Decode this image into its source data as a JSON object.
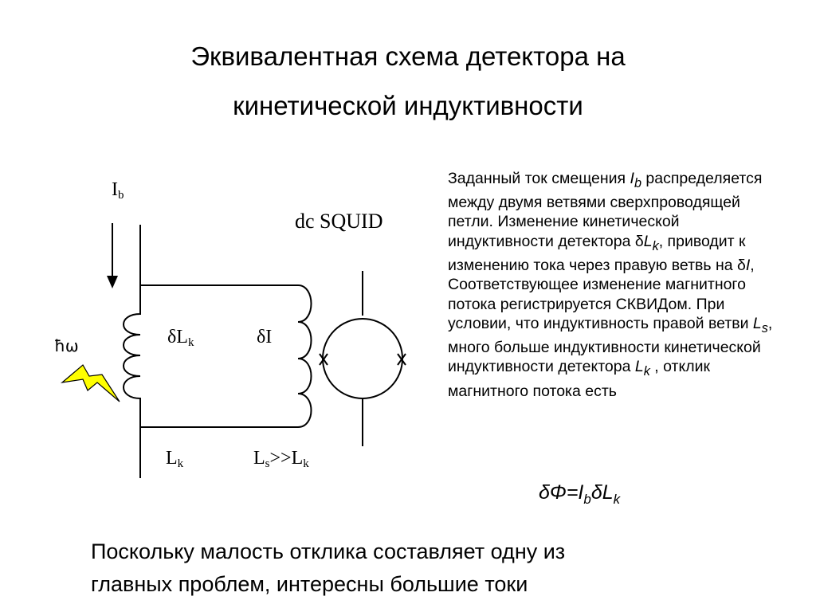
{
  "title": {
    "line1": "Эквивалентная схема детектора на",
    "line2": "кинетической индуктивности"
  },
  "circuit": {
    "bias_current_label": "Iₕ",
    "bias_current_main": "I",
    "bias_current_sub": "b",
    "squid_label": "dc SQUID",
    "delta_lk_main": "δL",
    "delta_lk_sub": "k",
    "delta_i_label": "δI",
    "lk_main": "L",
    "lk_sub": "k",
    "ls_main": "L",
    "ls_sub": "s",
    "ls_rel": ">>L",
    "ls_rel_sub": "k",
    "photon_label": "ħω"
  },
  "description": {
    "p1": "Заданный ток смещения ",
    "ib_main": "I",
    "ib_sub": "b",
    "p2": " распределяется между двумя ветвями сверхпроводящей петли. Изменение кинетической индуктивности детектора δ",
    "lk1_main": "L",
    "lk1_sub": "k",
    "p3": ", приводит к изменению тока через правую ветвь на δ",
    "i_main": "I",
    "p4": ", Соответствующее изменение магнитного потока регистрируется СКВИДом. При условии, что индуктивность правой ветви ",
    "ls_main": "L",
    "ls_sub": "s",
    "p5": ", много больше индуктивности кинетической индуктивности детектора ",
    "lk2_main": "L",
    "lk2_sub": "k",
    "p6": " , отклик магнитного потока есть"
  },
  "formula": {
    "part1": "δΦ=I",
    "sub1": "b",
    "part2": "δL",
    "sub2": "k"
  },
  "bottom_text": {
    "line1": "Поскольку малость отклика составляет одну из",
    "line2": "главных проблем, интересны большие токи"
  },
  "colors": {
    "photon_fill": "#ffff00",
    "stroke": "#000000"
  }
}
